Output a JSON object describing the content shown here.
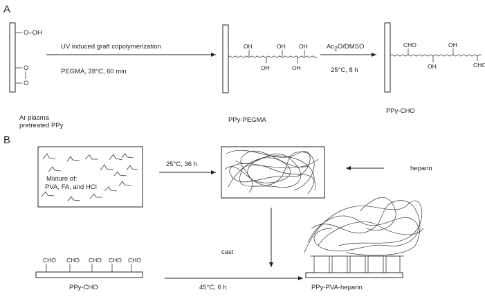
{
  "panel_a": {
    "letter": "A",
    "start_groups": {
      "hydroperoxide": "O–OH",
      "peroxide_top": "O",
      "peroxide_bottom": "O"
    },
    "start_label_1": "Ar plasma",
    "start_label_2": "pretreated PPy",
    "step1_above": "UV induced graft copolymerization",
    "step1_below": "PEGMA, 28°C, 60 min",
    "product1_groups": [
      "OH",
      "OH",
      "OH",
      "OH",
      "OH"
    ],
    "product1_label": "PPy-PEGMA",
    "step2_reagent_a": "Ac",
    "step2_reagent_sub": "2",
    "step2_reagent_b": "O/DMSO",
    "step2_below": "25°C, 8 h",
    "product2_groups": [
      "CHO",
      "OH",
      "OH",
      "CHO"
    ],
    "product2_label": "PPy-CHO"
  },
  "panel_b": {
    "letter": "B",
    "mixture_line1": "Mixture of:",
    "mixture_line2": "PVA, FA, and HCl",
    "step1_label": "25°C, 36 h",
    "heparin_label": "heparin",
    "cast_label": "cast",
    "surface_groups": [
      "CHO",
      "CHO",
      "CHO",
      "CHO",
      "CHO"
    ],
    "surface_label": "PPy-CHO",
    "step2_label": "45°C, 6 h",
    "final_label": "PPy-PVA-heparin"
  }
}
